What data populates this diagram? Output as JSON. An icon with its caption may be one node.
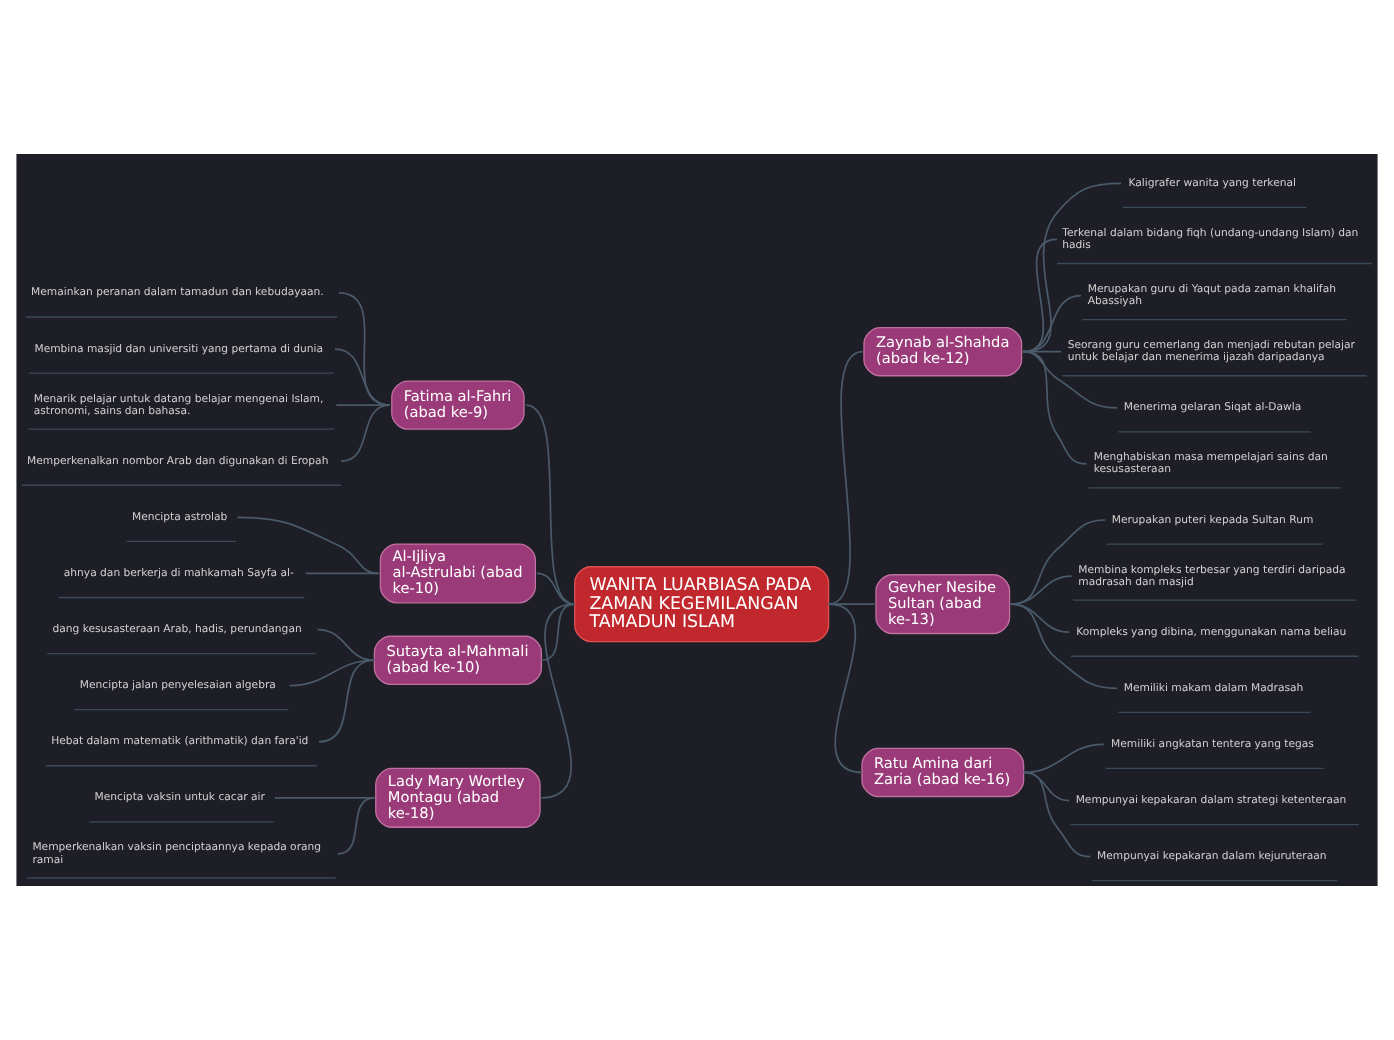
{
  "diagram": {
    "nodes": [
      {
        "text": [
          "WANITA LUARBIASA PADA ZAMAN KEGEMILANGAN TAMADUN ISLAM"
        ]
      },
      {
        "text": [
          "Fatima al-Fahri (abad ke-9)"
        ]
      },
      {
        "text": [
          "Memainkan peranan dalam tamadun dan kebudayaan."
        ]
      },
      {
        "text": [
          "Membina masjid dan universiti yang pertama di dunia"
        ]
      },
      {
        "text": [
          "Menarik pelajar untuk datang belajar mengenai Islam, astronomi, sains dan bahasa."
        ]
      },
      {
        "text": [
          "Memperkenalkan nombor Arab dan digunakan di Eropah"
        ]
      },
      {
        "text": [
          "Al-Ijliya al-Astrulabi (abad ke-10)"
        ]
      },
      {
        "text": [
          "Mencipta astrolab"
        ]
      },
      {
        "text": [
          "ahnya dan berkerja di mahkamah Sayfa al-"
        ]
      },
      {
        "text": [
          "Sutayta al-Mahmali (abad ke-10)"
        ]
      },
      {
        "text": [
          "dang kesusasteraan Arab, hadis, perundangan"
        ]
      },
      {
        "text": [
          "Mencipta jalan penyelesaian algebra"
        ]
      },
      {
        "text": [
          "Hebat dalam matematik (arithmatik) dan fara'id"
        ]
      },
      {
        "text": [
          "Lady Mary Wortley Montagu (abad ke-18)"
        ]
      },
      {
        "text": [
          "Mencipta vaksin untuk cacar air"
        ]
      },
      {
        "text": [
          "Memperkenalkan vaksin penciptaannya kepada orang ramai"
        ]
      },
      {
        "text": [
          "Zaynab al-Shahda (abad ke-12)"
        ]
      },
      {
        "text": [
          "Kaligrafer wanita yang terkenal"
        ]
      },
      {
        "text": [
          "Terkenal dalam bidang fiqh (undang-undang Islam) dan hadis"
        ]
      },
      {
        "text": [
          "Merupakan guru di Yaqut pada zaman khalifah Abassiyah"
        ]
      },
      {
        "text": [
          "Seorang guru cemerlang dan menjadi rebutan pelajar untuk belajar dan menerima ijazah daripadanya"
        ]
      },
      {
        "text": [
          "Menerima gelaran Siqat al-Dawla"
        ]
      },
      {
        "text": [
          "Menghabiskan masa mempelajari sains dan kesusasteraan"
        ]
      },
      {
        "text": [
          "Gevher Nesibe Sultan (abad ke-13)"
        ]
      },
      {
        "text": [
          "Merupakan puteri kepada Sultan Rum"
        ]
      },
      {
        "text": [
          "Membina kompleks terbesar yang terdiri daripada madrasah dan masjid"
        ]
      },
      {
        "text": [
          "Kompleks yang dibina, menggunakan nama beliau"
        ]
      },
      {
        "text": [
          "Memiliki makam dalam Madrasah"
        ]
      },
      {
        "text": [
          "Ratu Amina dari Zaria (abad ke-16)"
        ]
      },
      {
        "text": [
          "Memiliki angkatan tentera yang tegas"
        ]
      },
      {
        "text": [
          "Mempunyai kepakaran dalam strategi ketenteraan"
        ]
      },
      {
        "text": [
          "Mempunyai kepakaran dalam kejuruteraan"
        ]
      }
    ],
    "edges": [
      {
        "from": 0,
        "to": 1,
        "arrow": "none"
      },
      {
        "from": 1,
        "to": 2,
        "arrow": "none"
      },
      {
        "from": 1,
        "to": 3,
        "arrow": "none"
      },
      {
        "from": 1,
        "to": 4,
        "arrow": "none"
      },
      {
        "from": 1,
        "to": 5,
        "arrow": "none"
      },
      {
        "from": 0,
        "to": 6,
        "arrow": "none"
      },
      {
        "from": 6,
        "to": 7,
        "arrow": "none"
      },
      {
        "from": 6,
        "to": 8,
        "arrow": "none"
      },
      {
        "from": 0,
        "to": 9,
        "arrow": "none"
      },
      {
        "from": 9,
        "to": 10,
        "arrow": "none"
      },
      {
        "from": 9,
        "to": 11,
        "arrow": "none"
      },
      {
        "from": 9,
        "to": 12,
        "arrow": "none"
      },
      {
        "from": 0,
        "to": 13,
        "arrow": "none"
      },
      {
        "from": 13,
        "to": 14,
        "arrow": "none"
      },
      {
        "from": 13,
        "to": 15,
        "arrow": "none"
      },
      {
        "from": 0,
        "to": 16,
        "arrow": "none"
      },
      {
        "from": 16,
        "to": 17,
        "arrow": "none"
      },
      {
        "from": 16,
        "to": 18,
        "arrow": "none"
      },
      {
        "from": 16,
        "to": 19,
        "arrow": "none"
      },
      {
        "from": 16,
        "to": 20,
        "arrow": "none"
      },
      {
        "from": 16,
        "to": 21,
        "arrow": "none"
      },
      {
        "from": 16,
        "to": 22,
        "arrow": "none"
      },
      {
        "from": 0,
        "to": 23,
        "arrow": "none"
      },
      {
        "from": 23,
        "to": 24,
        "arrow": "none"
      },
      {
        "from": 23,
        "to": 25,
        "arrow": "none"
      },
      {
        "from": 23,
        "to": 26,
        "arrow": "none"
      },
      {
        "from": 23,
        "to": 27,
        "arrow": "none"
      },
      {
        "from": 0,
        "to": 28,
        "arrow": "none"
      },
      {
        "from": 28,
        "to": 29,
        "arrow": "none"
      },
      {
        "from": 28,
        "to": 30,
        "arrow": "none"
      },
      {
        "from": 28,
        "to": 31,
        "arrow": "none"
      }
    ]
  }
}
